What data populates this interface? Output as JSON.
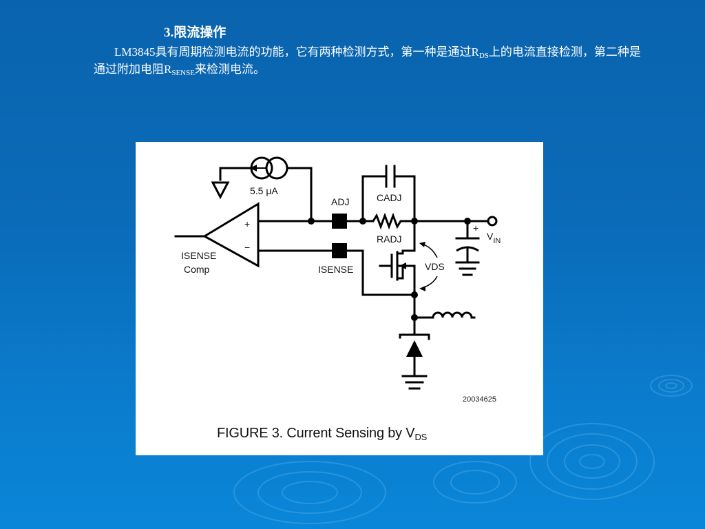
{
  "heading": "3.限流操作",
  "paragraph": {
    "p1": "LM3845具有周期检测电流的功能，它有两种检测方式，第一种是通过R",
    "sub1": "DS",
    "p2": "上的电流直接检测，第二种是通过附加电阻R",
    "sub2": "SENSE",
    "p3": "来检测电流。"
  },
  "figure": {
    "labels": {
      "current_source": "5.5 μA",
      "adj": "ADJ",
      "cadj": "CADJ",
      "radj": "RADJ",
      "plus": "+",
      "minus": "−",
      "cap_plus": "+",
      "isense_comp_1": "ISENSE",
      "isense_comp_2": "Comp",
      "isense_pin": "ISENSE",
      "vds": "VDS",
      "vin_main": "V",
      "vin_sub": "IN"
    },
    "figure_id": "20034625",
    "caption_main": "FIGURE 3. Current Sensing by V",
    "caption_sub": "DS"
  }
}
